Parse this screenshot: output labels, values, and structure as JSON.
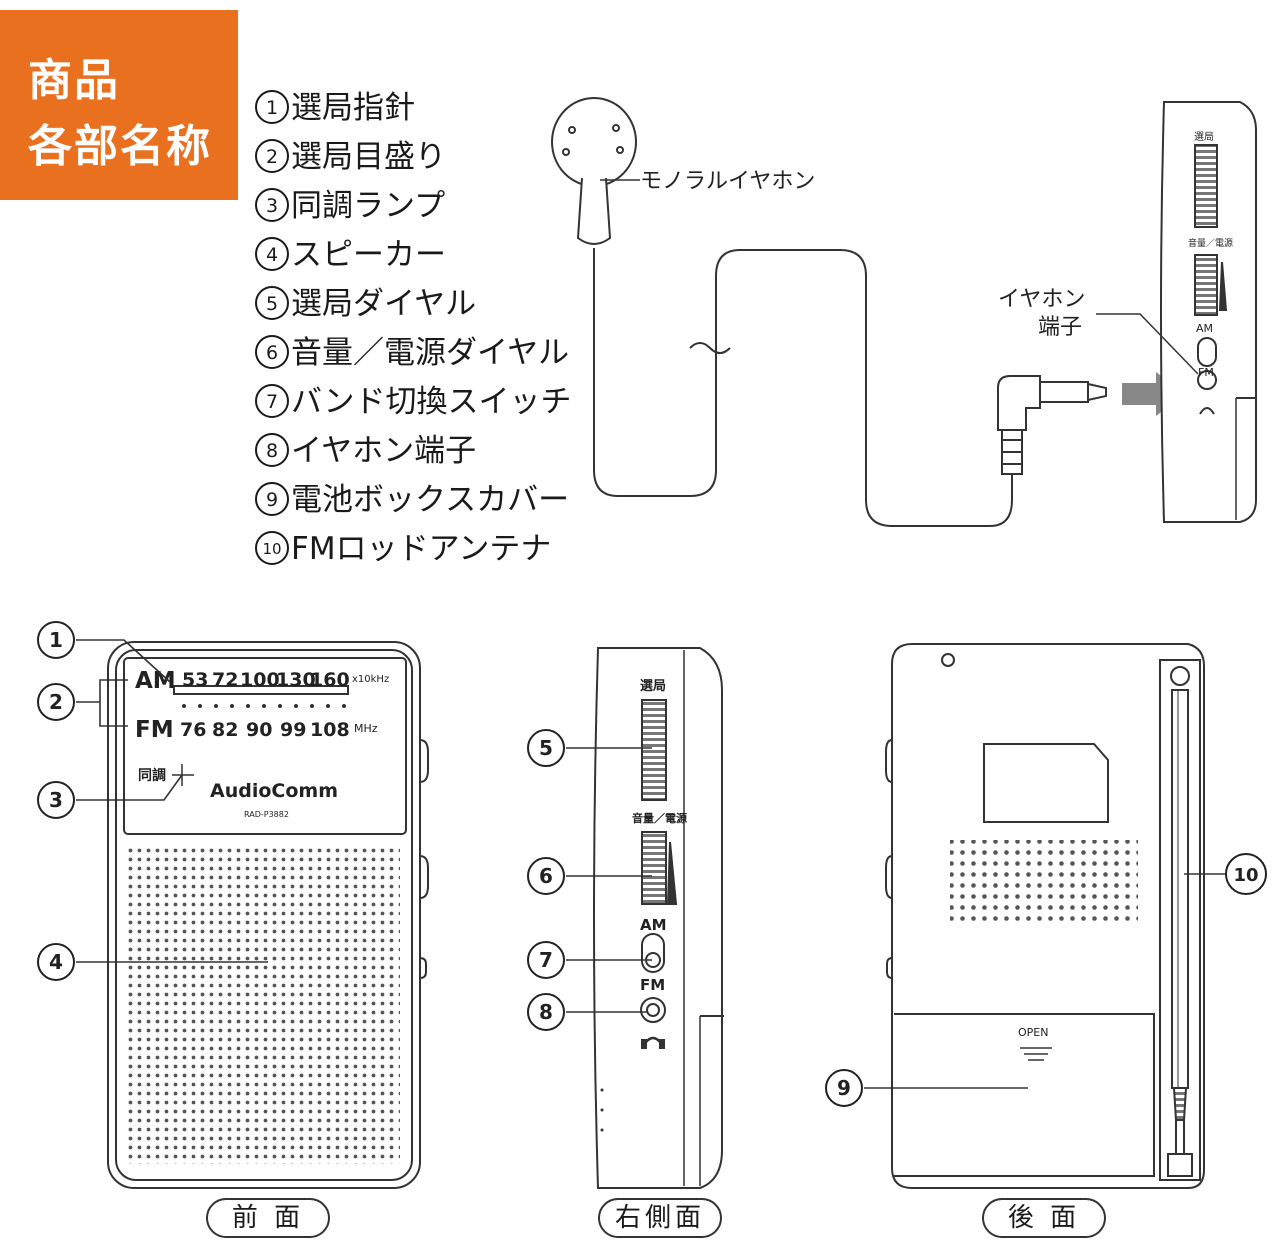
{
  "badge": {
    "line1": "商品",
    "line2": "各部名称"
  },
  "parts": [
    {
      "num": "1",
      "label": "選局指針"
    },
    {
      "num": "2",
      "label": "選局目盛り"
    },
    {
      "num": "3",
      "label": "同調ランプ"
    },
    {
      "num": "4",
      "label": "スピーカー"
    },
    {
      "num": "5",
      "label": "選局ダイヤル"
    },
    {
      "num": "6",
      "label": "音量／電源ダイヤル"
    },
    {
      "num": "7",
      "label": "バンド切換スイッチ"
    },
    {
      "num": "8",
      "label": "イヤホン端子"
    },
    {
      "num": "9",
      "label": "電池ボックスカバー"
    },
    {
      "num": "10",
      "label": "FMロッドアンテナ"
    }
  ],
  "earphone": {
    "label": "モノラルイヤホン",
    "jack_label_1": "イヤホン",
    "jack_label_2": "端子"
  },
  "front": {
    "am_label": "AM",
    "fm_label": "FM",
    "am_scale": [
      "53",
      "72",
      "100",
      "130",
      "160"
    ],
    "am_unit": "x10kHz",
    "fm_scale": [
      "76",
      "82",
      "90",
      "99",
      "108"
    ],
    "fm_unit": "MHz",
    "tuning_lamp_label": "同調",
    "brand": "AudioComm",
    "model": "RAD-P3882"
  },
  "side": {
    "tuning_label": "選局",
    "volume_label": "音量／電源",
    "am": "AM",
    "fm": "FM"
  },
  "back": {
    "open_label": "OPEN"
  },
  "view_labels": {
    "front": "前 面",
    "side": "右側面",
    "back": "後 面"
  },
  "callouts": [
    "1",
    "2",
    "3",
    "4",
    "5",
    "6",
    "7",
    "8",
    "9",
    "10"
  ]
}
